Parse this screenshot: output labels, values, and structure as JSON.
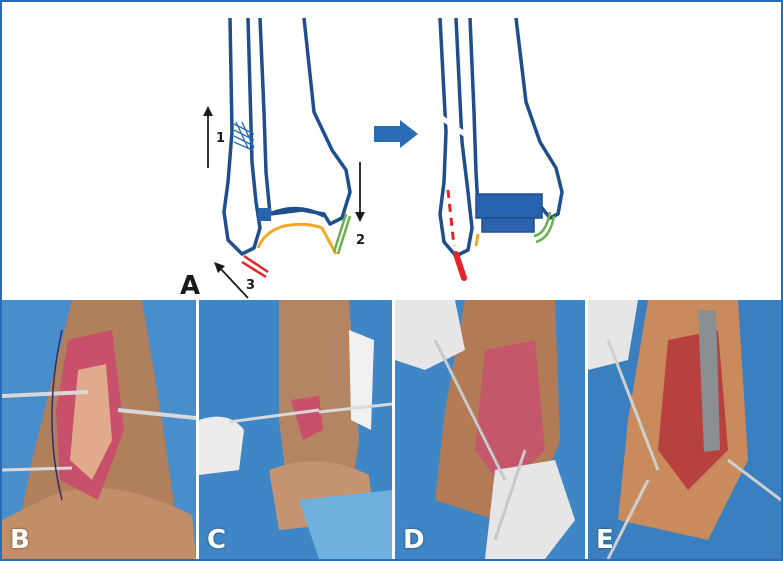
{
  "figure": {
    "panel_a_label": "A",
    "arrow_labels": [
      "1",
      "2",
      "3"
    ],
    "colors": {
      "bone_outline": "#1f4e8c",
      "accent_blue": "#2a6db5",
      "plate": "#2a63ad",
      "ligament_red": "#e5232b",
      "ligament_orange": "#f5a623",
      "ligament_green": "#6ab04c"
    }
  },
  "photos": [
    {
      "label": "B"
    },
    {
      "label": "C"
    },
    {
      "label": "D"
    },
    {
      "label": "E"
    }
  ]
}
